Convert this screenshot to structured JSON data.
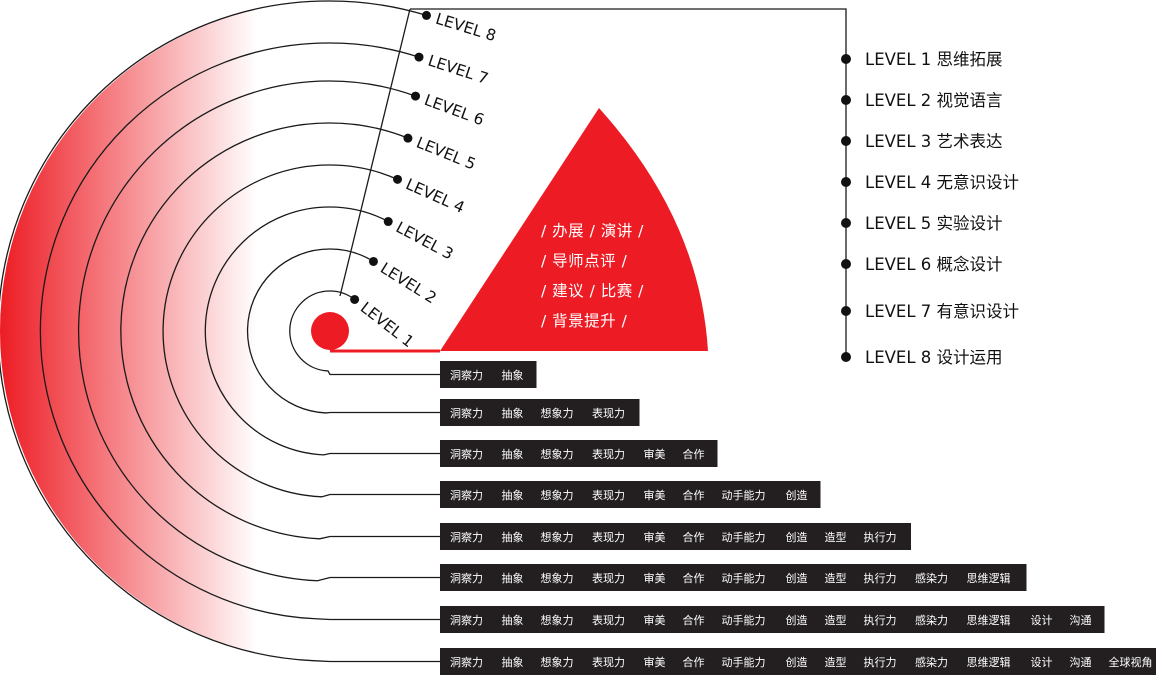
{
  "diagram": {
    "levels": [
      {
        "label": "LEVEL 1",
        "skills": [
          "洞察力",
          "抽象"
        ]
      },
      {
        "label": "LEVEL 2",
        "skills": [
          "洞察力",
          "抽象",
          "想象力",
          "表现力"
        ]
      },
      {
        "label": "LEVEL 3",
        "skills": [
          "洞察力",
          "抽象",
          "想象力",
          "表现力",
          "审美",
          "合作"
        ]
      },
      {
        "label": "LEVEL 4",
        "skills": [
          "洞察力",
          "抽象",
          "想象力",
          "表现力",
          "审美",
          "合作",
          "动手能力",
          "创造"
        ]
      },
      {
        "label": "LEVEL 5",
        "skills": [
          "洞察力",
          "抽象",
          "想象力",
          "表现力",
          "审美",
          "合作",
          "动手能力",
          "创造",
          "造型",
          "执行力"
        ]
      },
      {
        "label": "LEVEL 6",
        "skills": [
          "洞察力",
          "抽象",
          "想象力",
          "表现力",
          "审美",
          "合作",
          "动手能力",
          "创造",
          "造型",
          "执行力",
          "感染力",
          "思维逻辑"
        ]
      },
      {
        "label": "LEVEL 7",
        "skills": [
          "洞察力",
          "抽象",
          "想象力",
          "表现力",
          "审美",
          "合作",
          "动手能力",
          "创造",
          "造型",
          "执行力",
          "感染力",
          "思维逻辑",
          "设计",
          "沟通"
        ]
      },
      {
        "label": "LEVEL 8",
        "skills": [
          "洞察力",
          "抽象",
          "想象力",
          "表现力",
          "审美",
          "合作",
          "动手能力",
          "创造",
          "造型",
          "执行力",
          "感染力",
          "思维逻辑",
          "设计",
          "沟通",
          "全球视角"
        ]
      }
    ],
    "wedge_lines": [
      "/ 办展 / 演讲 /",
      "/ 导师点评 /",
      "/ 建议 / 比赛 /",
      "/ 背景提升 /"
    ],
    "legend": [
      "LEVEL 1 思维拓展",
      "LEVEL 2 视觉语言",
      "LEVEL 3 艺术表达",
      "LEVEL 4 无意识设计",
      "LEVEL 5 实验设计",
      "LEVEL 6 概念设计",
      "LEVEL 7 有意识设计",
      "LEVEL 8 设计运用"
    ],
    "colors": {
      "accent": "#ed1c24",
      "bar": "#231f20",
      "line": "#1a1a1a"
    }
  }
}
